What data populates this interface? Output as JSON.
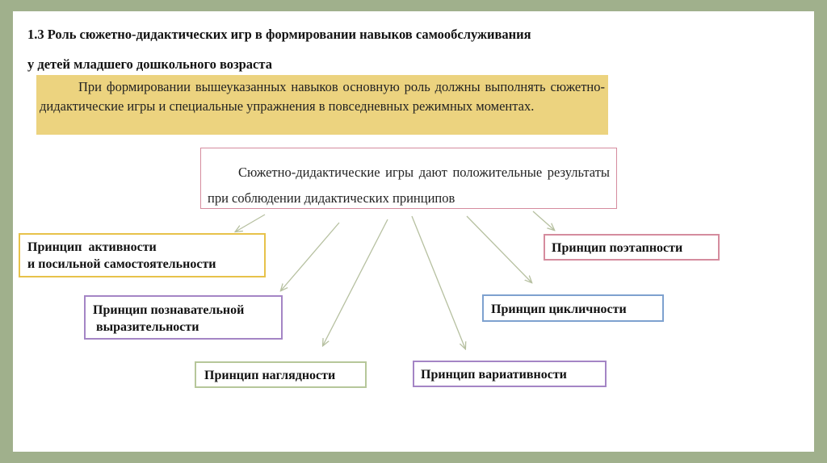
{
  "heading": {
    "line1": "1.3 Роль сюжетно-дидактических игр в формировании навыков самообслуживания",
    "line2": "у детей младшего дошкольного возраста"
  },
  "intro": "При формировании вышеуказанных навыков основную роль должны выполнять сюжетно-дидактические игры и специальные упражнения в повседневных режимных моментах.",
  "central": "Сюжетно-дидактические игры дают положительные результаты при соблюдении дидактических принципов",
  "principles": {
    "activity_1": "Принцип  активности",
    "activity_2": "и посильной самостоятельности",
    "cognitive_1": "Принцип познавательной",
    "cognitive_2": " выразительности",
    "visual": "Принцип наглядности",
    "variative": "Принцип вариативности",
    "cyclic": "Принцип цикличности",
    "stages": "Принцип поэтапности"
  },
  "colors": {
    "background": "#a0b08c",
    "intro_fill": "#ecd37f",
    "arrow": "#b6c0a0"
  }
}
